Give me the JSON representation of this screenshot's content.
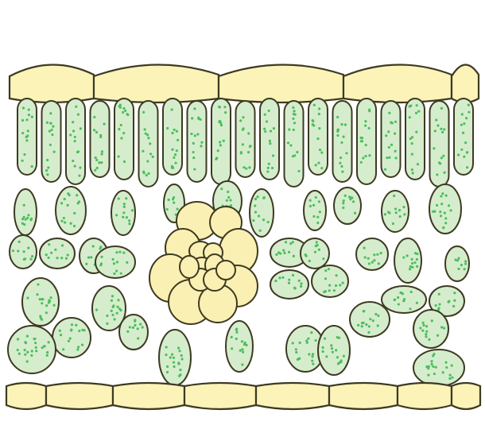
{
  "figure": {
    "subject": "leaf-cross-section",
    "colors": {
      "background": "#ffffff",
      "epidermis_fill": "#fbf3b8",
      "cell_outline": "#3d3a22",
      "mesophyll_fill": "#d6edcd",
      "chloroplast": "#4bbf5e",
      "vascular_fill": "#fbf0b3"
    },
    "layers": [
      {
        "name": "upper-epidermis"
      },
      {
        "name": "palisade-mesophyll"
      },
      {
        "name": "spongy-mesophyll"
      },
      {
        "name": "vascular-bundle"
      },
      {
        "name": "lower-epidermis"
      }
    ]
  }
}
